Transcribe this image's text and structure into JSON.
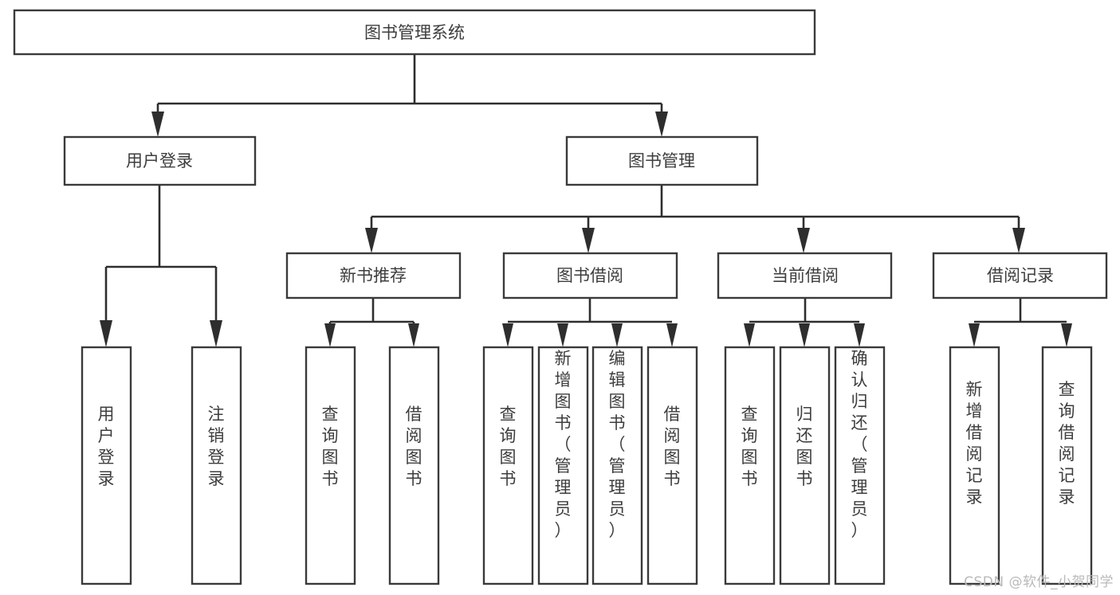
{
  "diagram": {
    "type": "tree-hierarchy",
    "title": "图书管理系统",
    "watermark": "CSDN @软件_小贺同学",
    "colors": {
      "background": "#ffffff",
      "box_fill": "#ffffff",
      "box_stroke": "#3a3a3a",
      "connector": "#2e2e2e",
      "label_text": "#3d3d3d",
      "watermark_text": "#b9b9b9"
    },
    "root": {
      "label": "图书管理系统"
    },
    "level1": [
      {
        "label": "用户登录"
      },
      {
        "label": "图书管理"
      }
    ],
    "level2": [
      {
        "label": "新书推荐"
      },
      {
        "label": "图书借阅"
      },
      {
        "label": "当前借阅"
      },
      {
        "label": "借阅记录"
      }
    ],
    "leaves": {
      "user_login": [
        {
          "label": "用户登录"
        },
        {
          "label": "注销登录"
        }
      ],
      "new_book_recommend": [
        {
          "label": "查询图书"
        },
        {
          "label": "借阅图书"
        }
      ],
      "book_borrow": [
        {
          "label": "查询图书"
        },
        {
          "label": "新增图书（管理员）"
        },
        {
          "label": "编辑图书（管理员）"
        },
        {
          "label": "借阅图书"
        }
      ],
      "current_borrow": [
        {
          "label": "查询图书"
        },
        {
          "label": "归还图书"
        },
        {
          "label": "确认归还（管理员）"
        }
      ],
      "borrow_record": [
        {
          "label": "新增借阅记录"
        },
        {
          "label": "查询借阅记录"
        }
      ]
    }
  }
}
